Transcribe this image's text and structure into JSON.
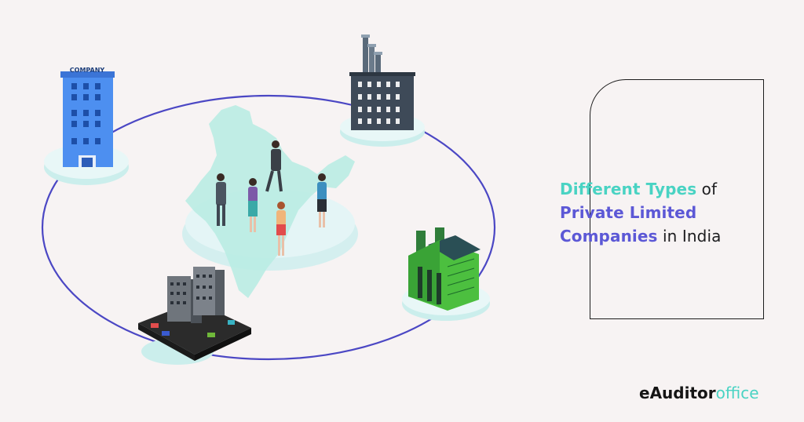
{
  "illustration": {
    "company_sign": "COMPANY"
  },
  "headline": {
    "part1": "Different Types",
    "part2": " of",
    "part3": "Private Limited",
    "part4": "Companies",
    "part5": " in India"
  },
  "brand": {
    "prefix": "eAuditor",
    "suffix": "office"
  },
  "colors": {
    "background": "#f7f3f3",
    "teal_accent": "#49d3c3",
    "purple_accent": "#5c58d6",
    "orbit_line": "#4b47c4"
  }
}
